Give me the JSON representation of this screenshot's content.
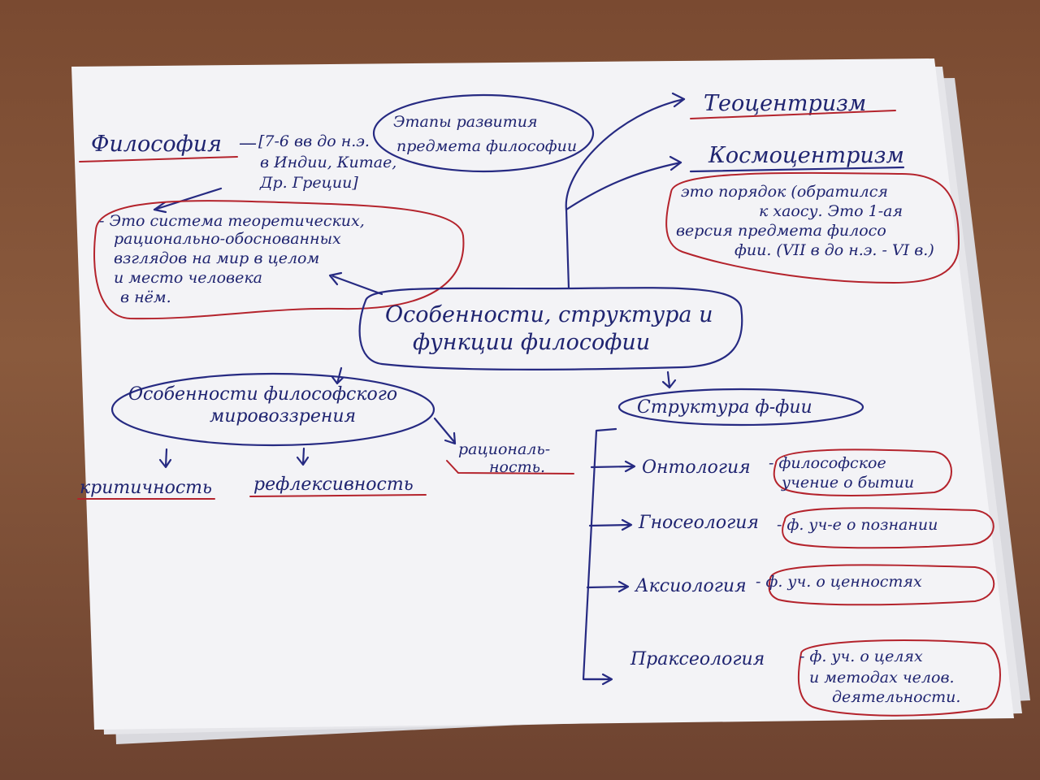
{
  "philosophy": {
    "title": "Философия",
    "dates": [
      "[7-6 вв до н.э.",
      "в Индии, Китае,",
      "Др. Греции]"
    ],
    "definition": [
      "- Это система теоретических,",
      "рационально-обоснованных",
      "взглядов на мир в целом",
      "и место человека",
      "в нём."
    ]
  },
  "stages": {
    "label": [
      "Этапы развития",
      "предмета философии"
    ],
    "theocentrism": "Теоцентризм",
    "cosmocentrism": "Космоцентризм",
    "cosmocentrism_note": [
      "это порядок (обратился",
      "к хаосу. Это 1-ая",
      "версия предмета филосо",
      "фии. (VII в до н.э. - VI в.)"
    ]
  },
  "center": {
    "label": [
      "Особенности, структура и",
      "функции философии"
    ]
  },
  "features": {
    "label": [
      "Особенности философского",
      "мировоззрения"
    ],
    "items": [
      "критичность",
      "рефлексивность",
      "рациональ-",
      "ность."
    ]
  },
  "structure": {
    "label": "Структура ф-фии",
    "branches": [
      {
        "term": "Онтология",
        "def": [
          "- философское",
          "учение о бытии"
        ]
      },
      {
        "term": "Гносеология",
        "def": [
          "- ф. уч-е о познании"
        ]
      },
      {
        "term": "Аксиология",
        "def": [
          "- ф. уч. о ценностях"
        ]
      },
      {
        "term": "Праксеология",
        "def": [
          "- ф. уч. о целях",
          "и методах челов.",
          "деятельности."
        ]
      }
    ]
  }
}
